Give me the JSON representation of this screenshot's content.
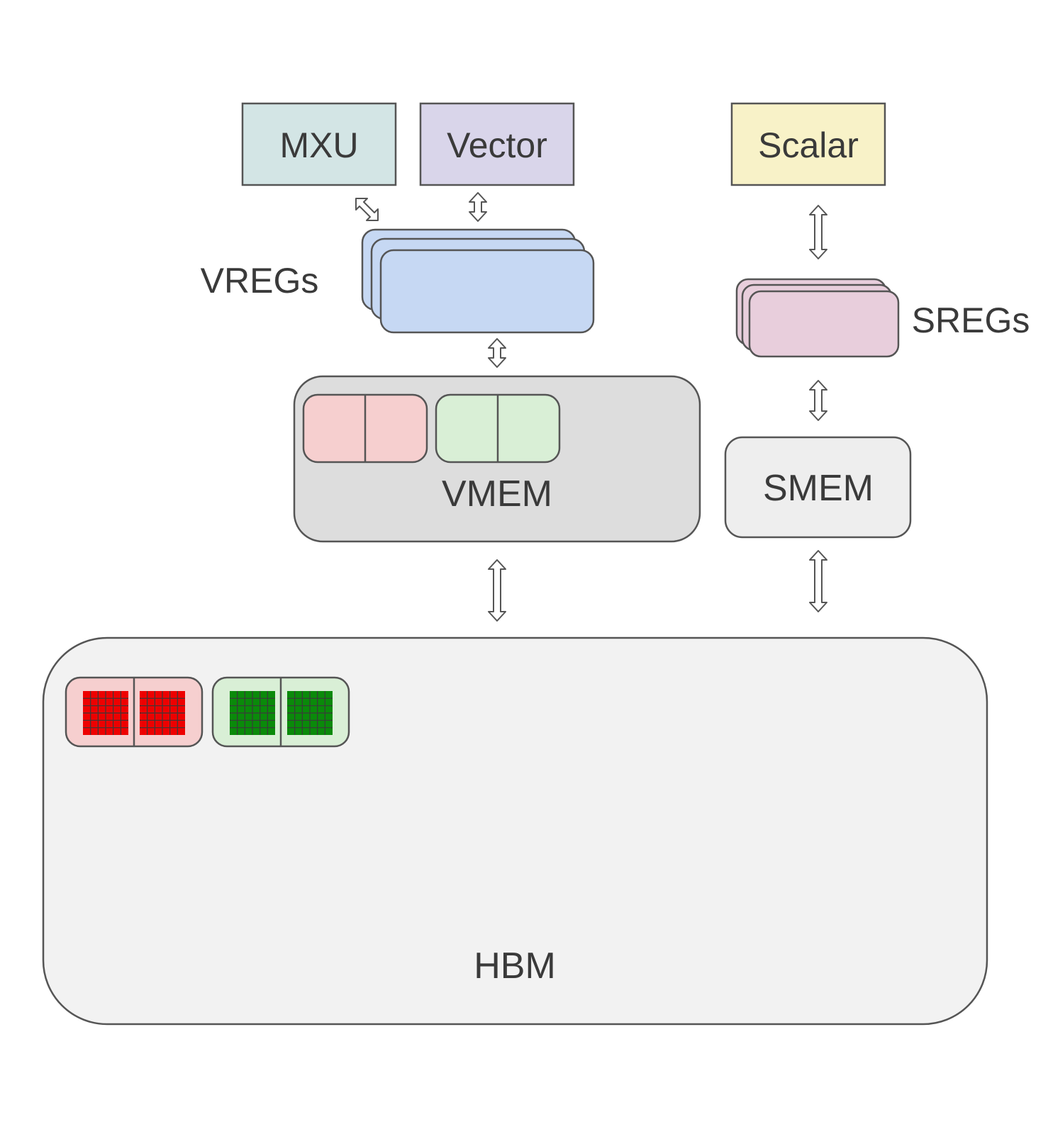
{
  "labels": {
    "mxu": "MXU",
    "vector": "Vector",
    "scalar": "Scalar",
    "vregs": "VREGs",
    "sregs": "SREGs",
    "vmem": "VMEM",
    "smem": "SMEM",
    "hbm": "HBM"
  },
  "colors": {
    "mxu_fill": "#d3e5e5",
    "vector_fill": "#d9d5ea",
    "scalar_fill": "#f8f2c8",
    "vregs_fill": "#c6d8f3",
    "sregs_fill": "#e8cedc",
    "vmem_fill": "#dddddd",
    "smem_fill": "#eeeeee",
    "hbm_fill": "#f2f2f2",
    "vmem_red_block": "#f6cfcf",
    "vmem_green_block": "#d9efd6",
    "hbm_red_grid": "#ee0000",
    "hbm_green_grid": "#0a8a0a",
    "stroke": "#555555"
  },
  "icons": {
    "diagonal_arrow": "diagonal-double-arrow-icon",
    "vertical_arrow": "vertical-double-arrow-icon"
  }
}
